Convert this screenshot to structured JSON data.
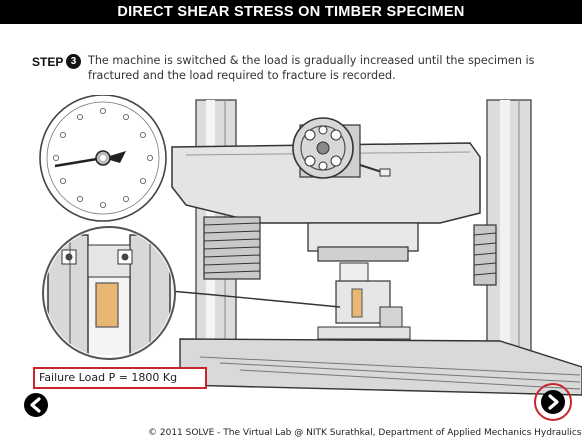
{
  "header": {
    "title": "DIRECT SHEAR STRESS ON TIMBER SPECIMEN"
  },
  "step": {
    "label": "STEP",
    "number": "3",
    "text": "The machine is switched & the load is gradually increased until the specimen is fractured and the load required to fracture is recorded."
  },
  "result": {
    "failure_load_text": "Failure Load P = 1800 Kg"
  },
  "navigation": {
    "prev_icon": "chevron-left-icon",
    "next_icon": "chevron-right-icon",
    "highlight_color": "#c8262c"
  },
  "footer": {
    "text": "© 2011 SOLVE - The Virtual Lab @ NITK Surathkal, Department of Applied Mechanics Hydraulics"
  }
}
